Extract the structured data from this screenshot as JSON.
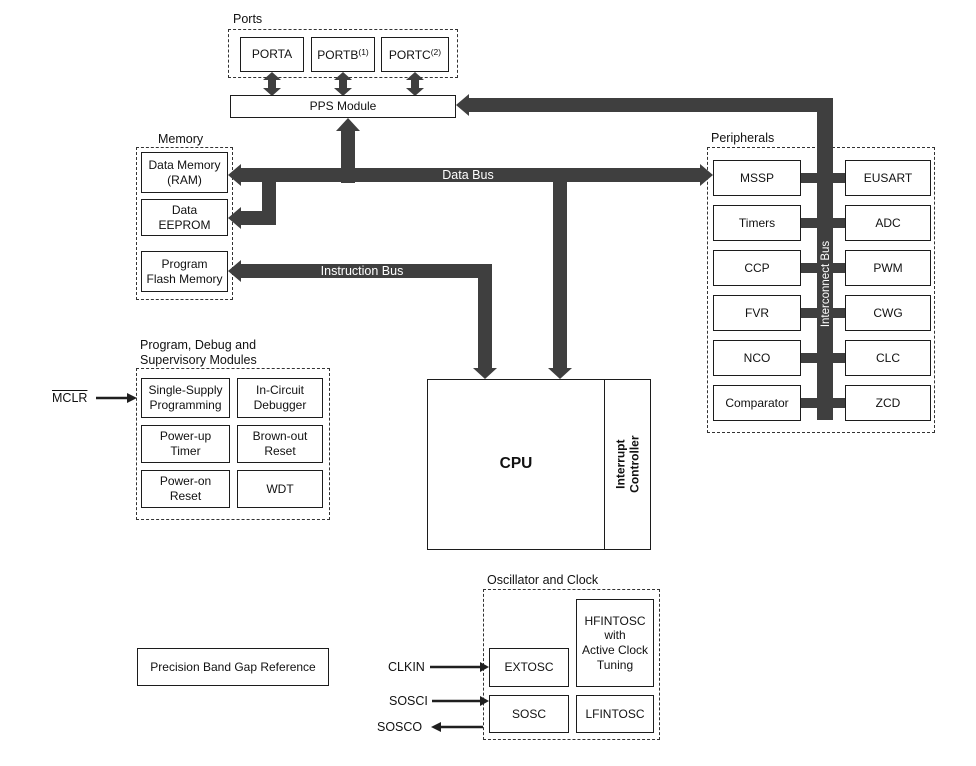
{
  "colors": {
    "bus": "#3f3f3f",
    "border": "#1c1c1c",
    "background": "#ffffff"
  },
  "ports": {
    "title": "Ports",
    "porta": "PORTA",
    "portb": "PORTB",
    "portb_sup": "(1)",
    "portc": "PORTC",
    "portc_sup": "(2)"
  },
  "pps": {
    "label": "PPS Module"
  },
  "buses": {
    "data": "Data Bus",
    "instruction": "Instruction Bus",
    "interconnect": "Interconnect Bus"
  },
  "memory": {
    "title": "Memory",
    "ram": "Data Memory\n(RAM)",
    "eeprom": "Data\nEEPROM",
    "flash": "Program\nFlash Memory"
  },
  "debug": {
    "title": "Program, Debug and\nSupervisory Modules",
    "items": [
      "Single-Supply\nProgramming",
      "In-Circuit\nDebugger",
      "Power-up\nTimer",
      "Brown-out\nReset",
      "Power-on\nReset",
      "WDT"
    ]
  },
  "cpu": {
    "label": "CPU",
    "interrupt": "Interrupt\nController"
  },
  "peripherals": {
    "title": "Peripherals",
    "left": [
      "MSSP",
      "Timers",
      "CCP",
      "FVR",
      "NCO",
      "Comparator"
    ],
    "right": [
      "EUSART",
      "ADC",
      "PWM",
      "CWG",
      "CLC",
      "ZCD"
    ]
  },
  "oscillator": {
    "title": "Oscillator and Clock",
    "extosc": "EXTOSC",
    "hfintosc": "HFINTOSC\nwith\nActive Clock\nTuning",
    "sosc": "SOSC",
    "lfintosc": "LFINTOSC"
  },
  "signals": {
    "mclr": "MCLR",
    "clkin": "CLKIN",
    "sosci": "SOSCI",
    "sosco": "SOSCO"
  },
  "bandgap": {
    "label": "Precision Band Gap Reference"
  }
}
